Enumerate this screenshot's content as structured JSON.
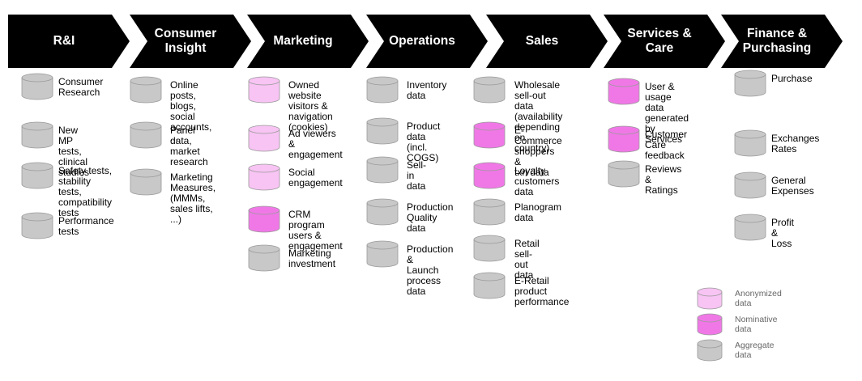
{
  "colors": {
    "chevron": "#000000",
    "aggregate": "#c8c8c8",
    "nominative": "#f078e6",
    "anonymized": "#f7c4f3"
  },
  "stages": [
    {
      "label": "R&I",
      "items": [
        {
          "text": "Consumer\nResearch",
          "kind": "aggregate"
        },
        {
          "text": "New MP tests,\nclinical studies",
          "kind": "aggregate"
        },
        {
          "text": "Safety tests,\nstability tests,\ncompatibility\ntests",
          "kind": "aggregate"
        },
        {
          "text": "Performance tests",
          "kind": "aggregate"
        }
      ]
    },
    {
      "label": "Consumer\nInsight",
      "items": [
        {
          "text": "Online posts,\nblogs, social\naccounts, ...",
          "kind": "aggregate"
        },
        {
          "text": "Panel data,\nmarket\nresearch",
          "kind": "aggregate"
        },
        {
          "text": "Marketing\nMeasures,(MMMs,\nsales lifts, ...)",
          "kind": "aggregate"
        }
      ]
    },
    {
      "label": "Marketing",
      "items": [
        {
          "text": "Owned website\nvisitors &\nnavigation\n(cookies)",
          "kind": "anonymized"
        },
        {
          "text": "Ad viewers\n& engagement",
          "kind": "anonymized"
        },
        {
          "text": "Social\nengagement",
          "kind": "anonymized"
        },
        {
          "text": "CRM program\nusers &\nengagement",
          "kind": "nominative"
        },
        {
          "text": "Marketing\ninvestment",
          "kind": "aggregate"
        }
      ]
    },
    {
      "label": "Operations",
      "items": [
        {
          "text": "Inventory data",
          "kind": "aggregate"
        },
        {
          "text": "Product data\n(incl. COGS)",
          "kind": "aggregate"
        },
        {
          "text": "Sell-in data",
          "kind": "aggregate"
        },
        {
          "text": "Production\nQuality data",
          "kind": "aggregate"
        },
        {
          "text": "Production &\nLaunch process\ndata",
          "kind": "aggregate"
        }
      ]
    },
    {
      "label": "Sales",
      "items": [
        {
          "text": "Wholesale sell-out\ndata (availability\ndepending on\ncountry)",
          "kind": "aggregate"
        },
        {
          "text": "E-Commerce\nshoppers &\ntxn data",
          "kind": "nominative"
        },
        {
          "text": "Loyalty\ncustomers\ndata",
          "kind": "nominative"
        },
        {
          "text": "Planogram data",
          "kind": "aggregate"
        },
        {
          "text": "Retail sell-out data",
          "kind": "aggregate"
        },
        {
          "text": "E-Retail product\nperformance",
          "kind": "aggregate"
        }
      ]
    },
    {
      "label": "Services &\nCare",
      "items": [
        {
          "text": "User & usage\ndata\ngenerated by\nServices",
          "kind": "nominative"
        },
        {
          "text": "Customer\nCare feedback",
          "kind": "nominative"
        },
        {
          "text": "Reviews\n& Ratings",
          "kind": "aggregate"
        }
      ]
    },
    {
      "label": "Finance &\nPurchasing",
      "items": [
        {
          "text": "Purchase",
          "kind": "aggregate"
        },
        {
          "text": "Exchanges\nRates",
          "kind": "aggregate"
        },
        {
          "text": "General\nExpenses",
          "kind": "aggregate"
        },
        {
          "text": "Profit & Loss",
          "kind": "aggregate"
        }
      ]
    }
  ],
  "legend": [
    {
      "text": "Anonymized\ndata",
      "kind": "anonymized"
    },
    {
      "text": "Nominative\ndata",
      "kind": "nominative"
    },
    {
      "text": "Aggregate\ndata",
      "kind": "aggregate"
    }
  ]
}
